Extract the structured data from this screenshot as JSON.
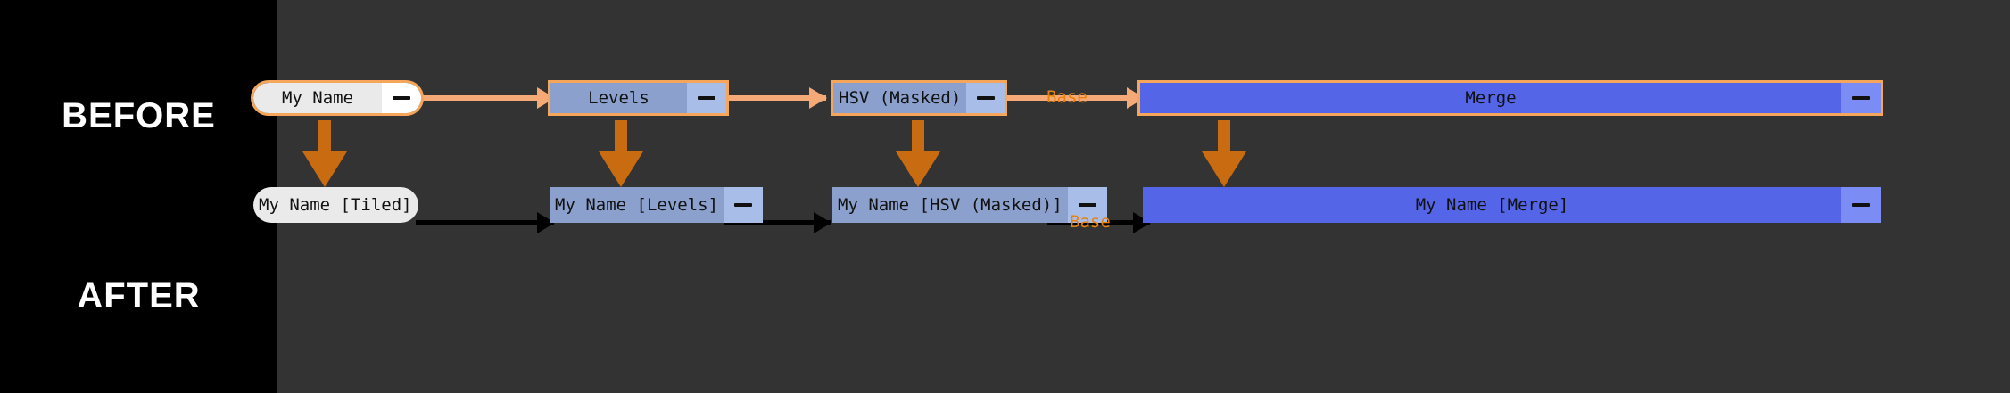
{
  "rows": {
    "before_label": "BEFORE",
    "after_label": "AFTER"
  },
  "colors": {
    "background": "#333333",
    "label_column": "#000000",
    "selection_outline": "#F5A65B",
    "connector_orange": "#F5A977",
    "connector_black": "#000000",
    "transform_arrow": "#C96B10",
    "edge_label": "#E8820C",
    "filter_node_body": "#8BA0CC",
    "filter_node_button": "#A8BDE8",
    "merge_node_body": "#5465E8",
    "merge_node_button": "#7C8CF5",
    "source_node_body": "#EAEAEA",
    "source_node_button": "#FFFFFF"
  },
  "before_row": {
    "nodes": [
      {
        "title": "My Name",
        "button_icon": "minus-icon",
        "kind": "source"
      },
      {
        "title": "Levels",
        "button_icon": "minus-icon",
        "kind": "filter"
      },
      {
        "title": "HSV (Masked)",
        "button_icon": "minus-icon",
        "kind": "filter"
      },
      {
        "title": "Merge",
        "button_icon": "minus-icon",
        "kind": "merge"
      }
    ],
    "edge_labels": [
      "Base"
    ]
  },
  "after_row": {
    "nodes": [
      {
        "title": "My Name [Tiled]",
        "button_icon": "minus-icon",
        "kind": "source"
      },
      {
        "title": "My Name [Levels]",
        "button_icon": "minus-icon",
        "kind": "filter"
      },
      {
        "title": "My Name [HSV (Masked)]",
        "button_icon": "minus-icon",
        "kind": "filter"
      },
      {
        "title": "My Name [Merge]",
        "button_icon": "minus-icon",
        "kind": "merge"
      }
    ],
    "edge_labels": [
      "Base"
    ]
  }
}
